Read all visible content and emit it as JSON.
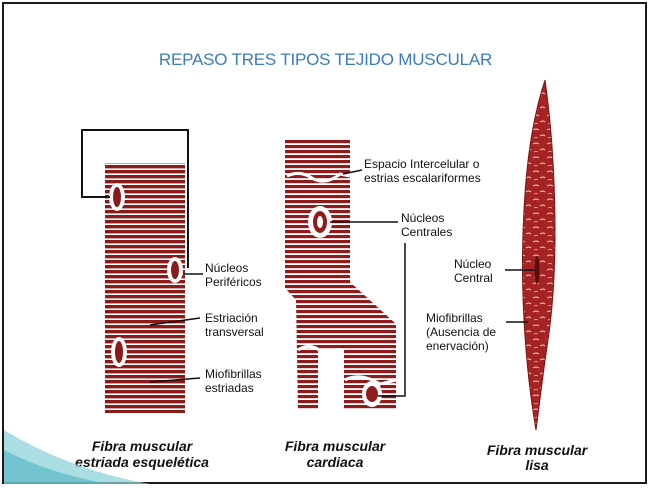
{
  "slide": {
    "title": "REPASO TRES TIPOS TEJIDO MUSCULAR",
    "accent_color": "#3a7cc0",
    "fiber_color": "#8b1a1a"
  },
  "figure": {
    "skeletal": {
      "nucleos_l1": "Núcleos",
      "nucleos_l2": "Periféricos",
      "estriacion_l1": "Estriación",
      "estriacion_l2": "transversal",
      "miofibrillas_l1": "Miofibrillas",
      "miofibrillas_l2": "estriadas",
      "caption_l1": "Fibra muscular",
      "caption_l2": "estriada esquelética"
    },
    "cardiac": {
      "espacio_l1": "Espacio Intercelular o",
      "espacio_l2": "estrias escalariformes",
      "nucleos_l1": "Núcleos",
      "nucleos_l2": "Centrales",
      "caption_l1": "Fibra muscular",
      "caption_l2": "cardiaca"
    },
    "smooth": {
      "nucleo_l1": "Núcleo",
      "nucleo_l2": "Central",
      "miofibrillas_l1": "Miofibrillas",
      "miofibrillas_l2": "(Ausencia de",
      "miofibrillas_l3": "enervación)",
      "caption_l1": "Fibra muscular",
      "caption_l2": "lisa"
    }
  }
}
